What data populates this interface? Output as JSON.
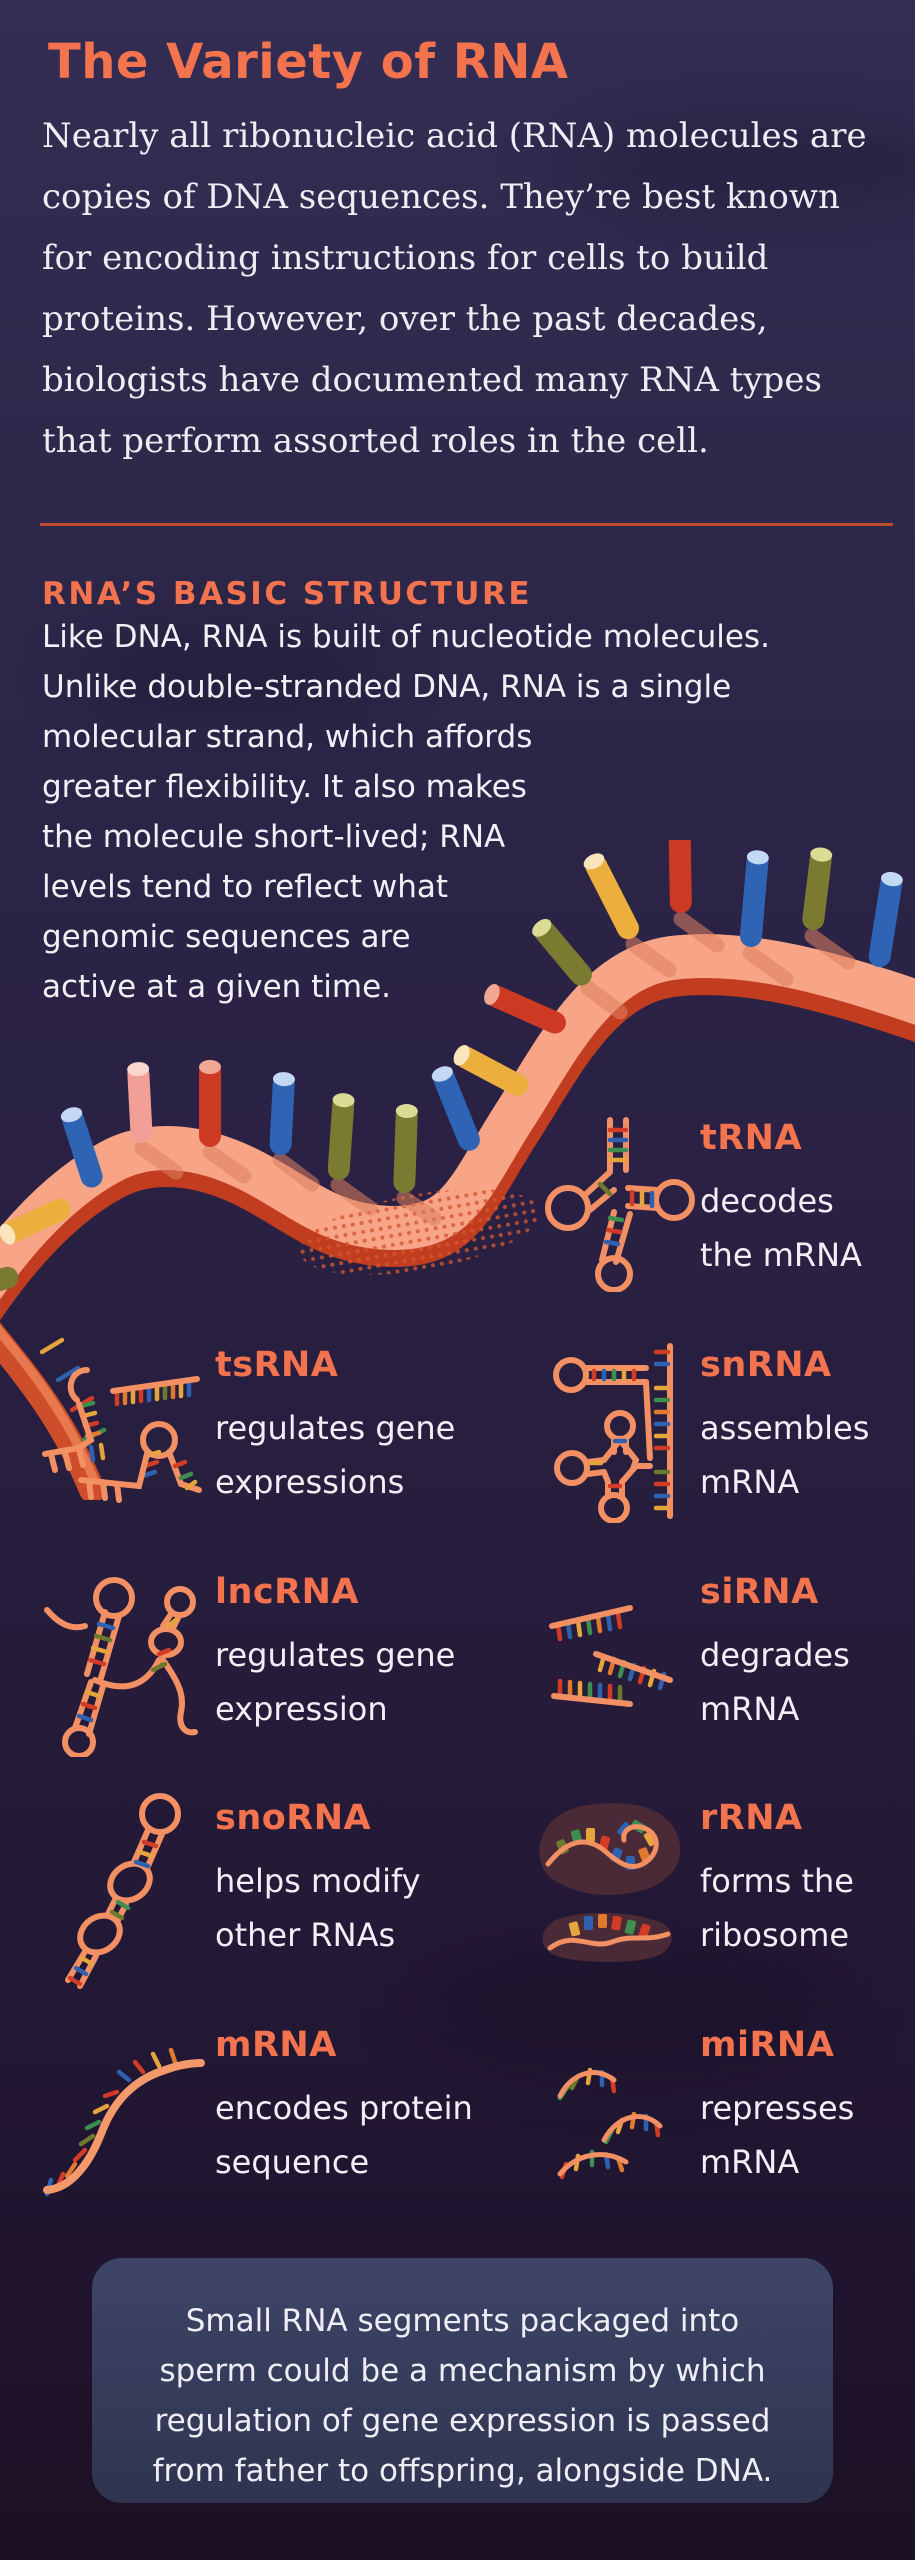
{
  "page_title": "The Variety of RNA",
  "intro_lines": [
    "Nearly all ribonucleic acid (RNA) molecules are",
    "copies of DNA sequences. They’re best known",
    "for encoding instructions for cells to build",
    "proteins. However, over the past decades,",
    "biologists have documented many RNA types",
    "that perform assorted roles in the cell."
  ],
  "section": {
    "heading": "RNA’S BASIC STRUCTURE",
    "body_lines": [
      "Like DNA, RNA is built of nucleotide molecules.",
      "Unlike double-stranded DNA, RNA is a single",
      "molecular strand, which affords",
      "greater flexibility. It also makes",
      "the molecule short-lived; RNA",
      "levels tend to reflect what",
      "genomic sequences are",
      "active at a given time."
    ]
  },
  "entries": [
    {
      "id": "trna",
      "icon": "trna-cloverleaf-icon",
      "label": "tRNA",
      "desc_lines": [
        "decodes",
        "the mRNA"
      ]
    },
    {
      "id": "tsrna",
      "icon": "tsrna-fragments-icon",
      "label": "tsRNA",
      "desc_lines": [
        "regulates gene",
        "expressions"
      ]
    },
    {
      "id": "snrna",
      "icon": "snrna-hairpins-icon",
      "label": "snRNA",
      "desc_lines": [
        "assembles",
        "mRNA"
      ]
    },
    {
      "id": "lncrna",
      "icon": "lncrna-crossed-stems-icon",
      "label": "lncRNA",
      "desc_lines": [
        "regulates gene",
        "expression"
      ]
    },
    {
      "id": "sirna",
      "icon": "sirna-duplex-fragments-icon",
      "label": "siRNA",
      "desc_lines": [
        "degrades",
        "mRNA"
      ]
    },
    {
      "id": "snorna",
      "icon": "snorna-bulged-stem-icon",
      "label": "snoRNA",
      "desc_lines": [
        "helps modify",
        "other RNAs"
      ]
    },
    {
      "id": "rrna",
      "icon": "rrna-ribosome-icon",
      "label": "rRNA",
      "desc_lines": [
        "forms the",
        "ribosome"
      ]
    },
    {
      "id": "mrna",
      "icon": "mrna-strand-icon",
      "label": "mRNA",
      "desc_lines": [
        "encodes protein",
        "sequence"
      ]
    },
    {
      "id": "mirna",
      "icon": "mirna-fragments-icon",
      "label": "miRNA",
      "desc_lines": [
        "represses",
        "mRNA"
      ]
    }
  ],
  "footer_note_lines": [
    "Small RNA segments packaged into",
    "sperm could be a mechanism by which",
    "regulation of gene expression is passed",
    "from father to offspring, alongside DNA."
  ],
  "palette": {
    "accent": "#F4734F",
    "bg_top": "#332D53",
    "bg_bottom": "#1C1023",
    "text_light": "#F2EFF7",
    "divider": "#BF4A2C",
    "box_top": "#3D4466",
    "box_bottom": "#2F3550",
    "ribbon": "#F7A487",
    "ribbon_edge": "#C23C20",
    "salmon": "#F28F63",
    "nucleotide_red": "#CC3A23",
    "nucleotide_blue": "#2F63B4",
    "nucleotide_olive": "#7A7A31",
    "nucleotide_yellow": "#ECAE3C",
    "nucleotide_green": "#3E8E4F",
    "ribosome_blob": "#4A2A36"
  }
}
